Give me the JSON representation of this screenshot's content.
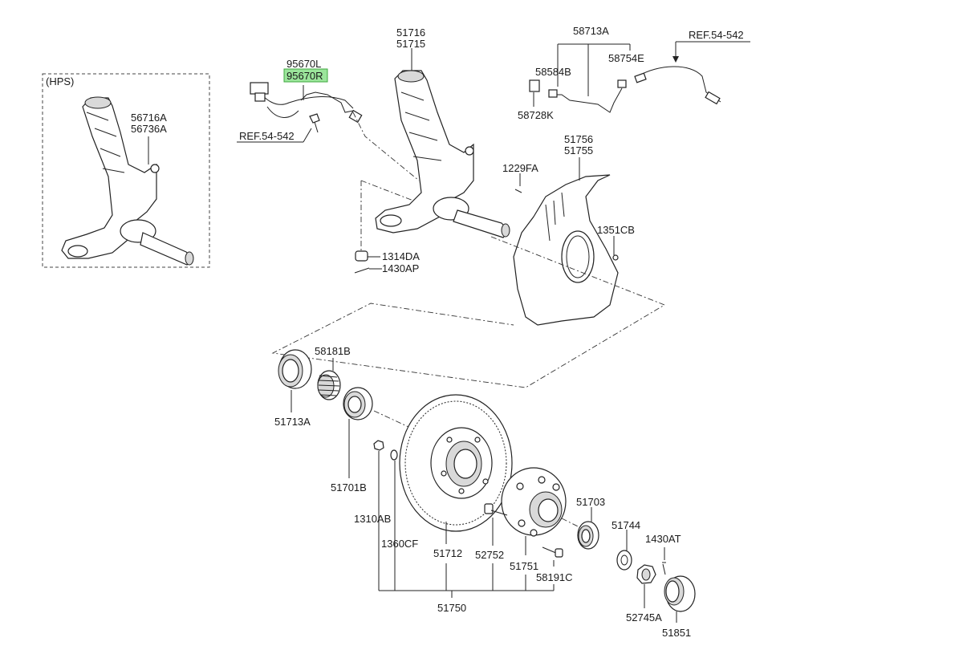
{
  "hps_box_label": "(HPS)",
  "parts": {
    "p56716A": "56716A",
    "p56736A": "56736A",
    "p95670L": "95670L",
    "p95670R": "95670R",
    "ref_left": "REF.54-542",
    "p51716": "51716",
    "p51715": "51715",
    "p58713A": "58713A",
    "ref_right": "REF.54-542",
    "p58584B": "58584B",
    "p58754E": "58754E",
    "p58728K": "58728K",
    "p51756": "51756",
    "p51755": "51755",
    "p1229FA": "1229FA",
    "p1351CB": "1351CB",
    "p1314DA": "1314DA",
    "p1430AP": "1430AP",
    "p58181B": "58181B",
    "p51713A": "51713A",
    "p51701B": "51701B",
    "p1310AB": "1310AB",
    "p1360CF": "1360CF",
    "p51712": "51712",
    "p52752": "52752",
    "p51751": "51751",
    "p58191C": "58191C",
    "p51703": "51703",
    "p51744": "51744",
    "p1430AT": "1430AT",
    "p52745A": "52745A",
    "p51851": "51851",
    "p51750": "51750"
  },
  "highlight_color": "#9be59b"
}
